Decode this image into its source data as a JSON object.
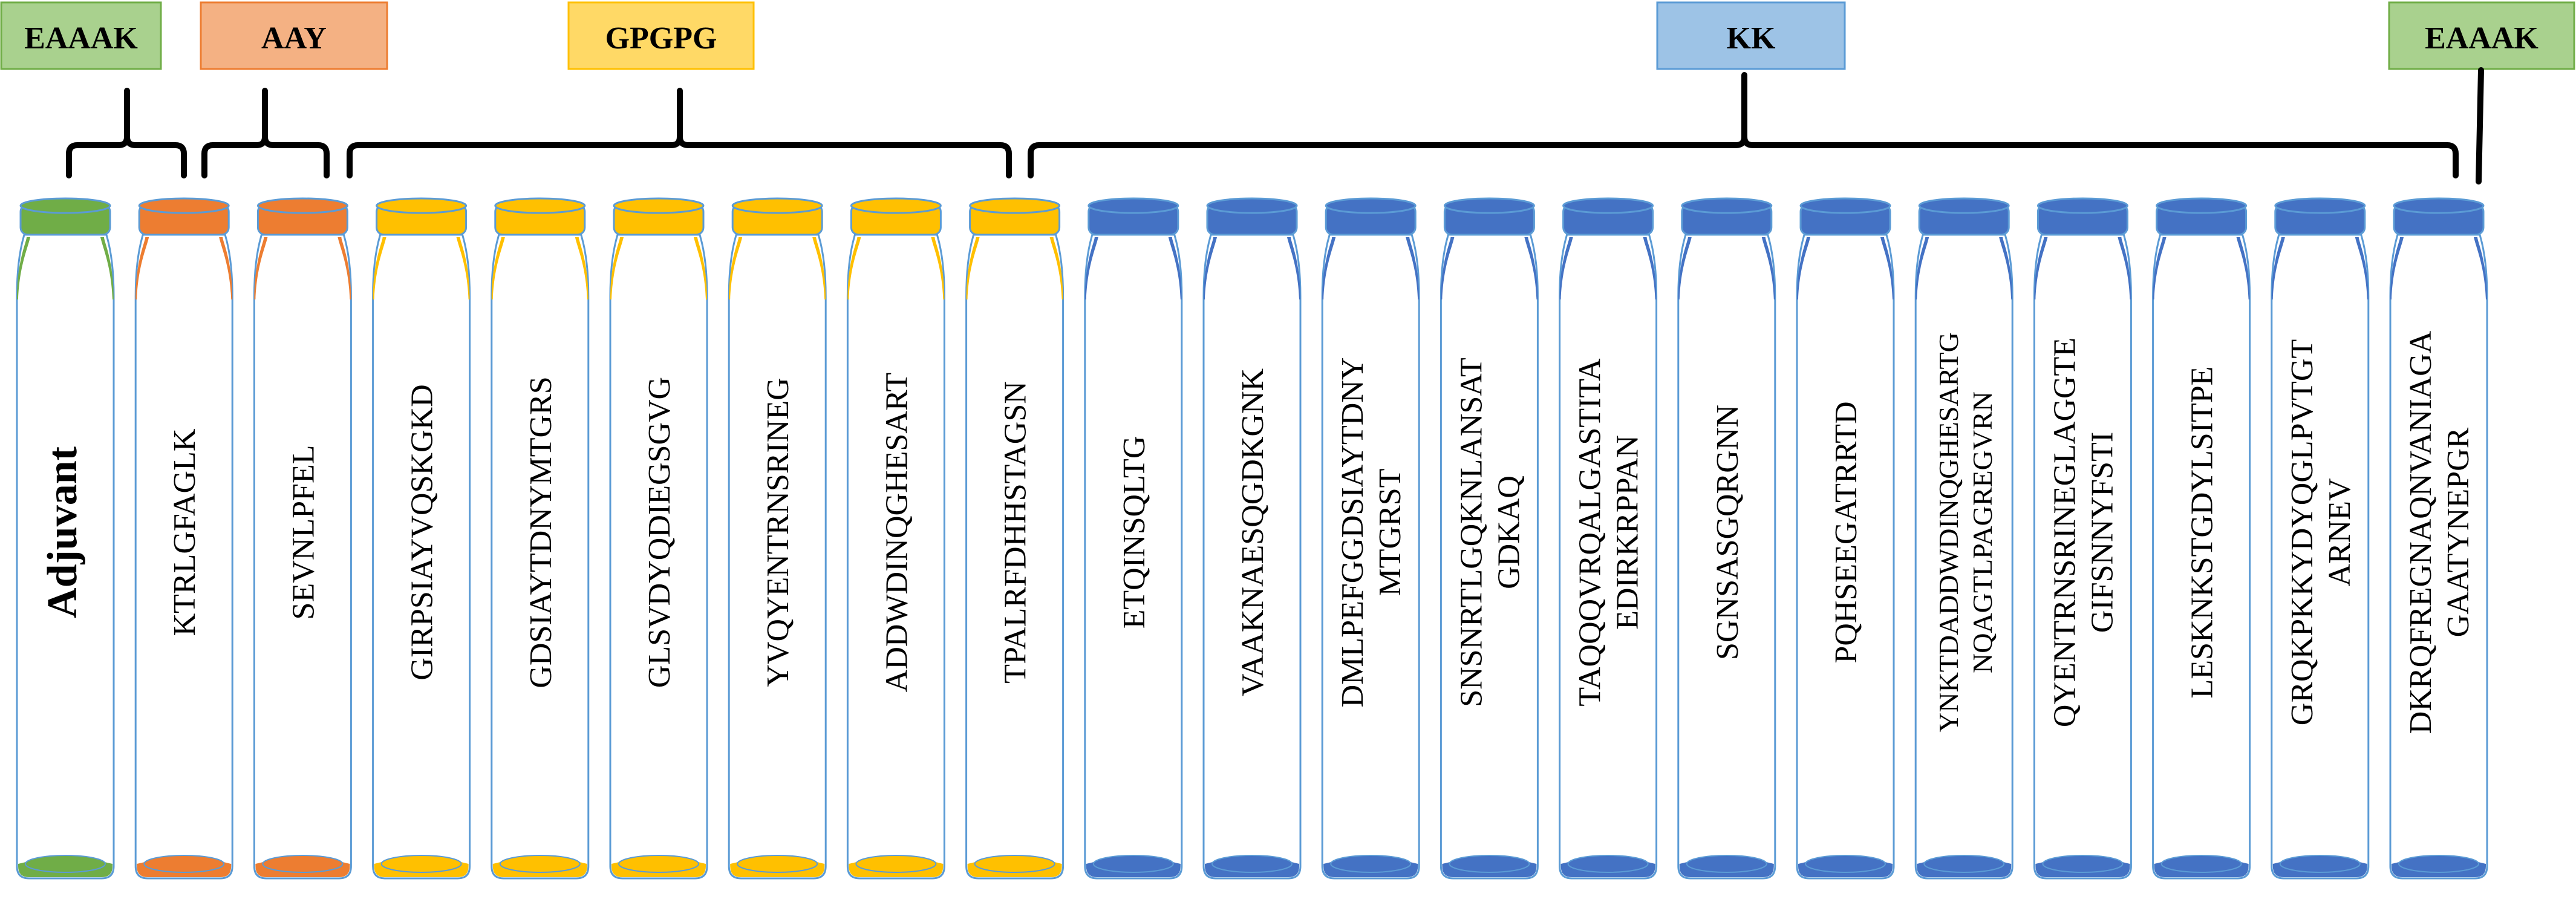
{
  "colors": {
    "green": "#70ad47",
    "orange": "#ed7d31",
    "yellow": "#ffc000",
    "blue": "#4472c4",
    "outline": "#5b9bd5",
    "bracket": "#000000"
  },
  "linkers": [
    {
      "label": "EAAAK",
      "fill": "#a9d18e",
      "stroke": "#70ad47"
    },
    {
      "label": "AAY",
      "fill": "#f4b183",
      "stroke": "#ed7d31"
    },
    {
      "label": "GPGPG",
      "fill": "#ffd966",
      "stroke": "#ffc000"
    },
    {
      "label": "KK",
      "fill": "#9dc3e6",
      "stroke": "#5b9bd5"
    },
    {
      "label": "EAAAK",
      "fill": "#a9d18e",
      "stroke": "#70ad47"
    }
  ],
  "bottles": [
    {
      "lines": [
        "Adjuvant"
      ],
      "color": "#70ad47",
      "bold": true
    },
    {
      "lines": [
        "KTRLGFAGLK"
      ],
      "color": "#ed7d31"
    },
    {
      "lines": [
        "SEVNLPFEL"
      ],
      "color": "#ed7d31"
    },
    {
      "lines": [
        "GIRPSIAYVQSKGKD"
      ],
      "color": "#ffc000"
    },
    {
      "lines": [
        "GDSIAYTDNYMTGRS"
      ],
      "color": "#ffc000"
    },
    {
      "lines": [
        "GLSVDYQDIEGSGVG"
      ],
      "color": "#ffc000"
    },
    {
      "lines": [
        "YVQYENTRNSRINEG"
      ],
      "color": "#ffc000"
    },
    {
      "lines": [
        "ADDWDINQGHESART"
      ],
      "color": "#ffc000"
    },
    {
      "lines": [
        "TPALRFDHHSTAGSN"
      ],
      "color": "#ffc000"
    },
    {
      "lines": [
        "ETQINSQLTG"
      ],
      "color": "#4472c4"
    },
    {
      "lines": [
        "VAAKNAESQGDKGNK"
      ],
      "color": "#4472c4"
    },
    {
      "lines": [
        "DMLPEFGGDSIAYTDNY",
        "MTGRST"
      ],
      "color": "#4472c4"
    },
    {
      "lines": [
        "SNSNRTLGQKNLANSAT",
        "GDKAQ"
      ],
      "color": "#4472c4"
    },
    {
      "lines": [
        "TAQQQVRQALGASTITA",
        "EDIRKRPPAN"
      ],
      "color": "#4472c4"
    },
    {
      "lines": [
        "SGNSASGQRGNN"
      ],
      "color": "#4472c4"
    },
    {
      "lines": [
        "PQHSEEGATRRTD"
      ],
      "color": "#4472c4"
    },
    {
      "lines": [
        "YNKTDADDWDINQGHESARTG",
        "NQAGTLPAGREGVRN"
      ],
      "color": "#4472c4",
      "small": true
    },
    {
      "lines": [
        "QYENTRNSRINEGLAGGTE",
        "GIFSNNYFSTI"
      ],
      "color": "#4472c4"
    },
    {
      "lines": [
        "LESKNKSTGDYLSITPE"
      ],
      "color": "#4472c4"
    },
    {
      "lines": [
        "GRQKPKKYDYQGLPVTGT",
        "ARNEV"
      ],
      "color": "#4472c4"
    },
    {
      "lines": [
        "DKRQFREGNAQNVANIAGA",
        "GAATYNEPGR"
      ],
      "color": "#4472c4"
    }
  ]
}
